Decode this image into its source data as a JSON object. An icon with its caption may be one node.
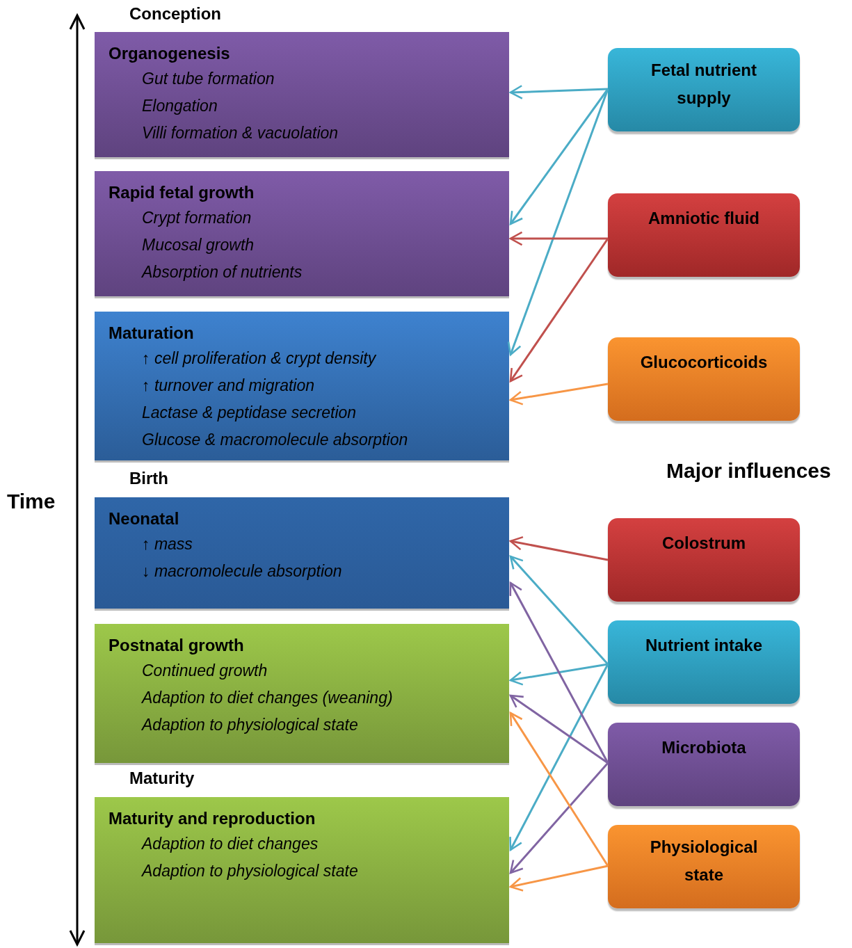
{
  "diagram": {
    "nodes": [
      {
        "text": [
          "Organogenesis",
          "Gut tube formation",
          "Elongation",
          "Villi formation & vacuolation"
        ]
      },
      {
        "text": [
          "Rapid fetal growth",
          "Crypt formation",
          "Mucosal growth",
          "Absorption of nutrients"
        ]
      },
      {
        "text": [
          "Maturation",
          "↑ cell proliferation & crypt density",
          "↑ turnover and migration",
          "Lactase & peptidase secretion",
          "Glucose & macromolecule absorption"
        ]
      },
      {
        "text": [
          "Neonatal",
          "↑ mass",
          "↓ macromolecule absorption"
        ]
      },
      {
        "text": [
          "Postnatal growth",
          "Continued growth",
          "Adaption to diet changes (weaning)",
          "Adaption to physiological state"
        ]
      },
      {
        "text": [
          "Maturity and reproduction",
          "Adaption to diet changes",
          "Adaption to physiological state"
        ]
      },
      {
        "text": [
          "Fetal nutrient supply"
        ]
      },
      {
        "text": [
          "Amniotic fluid"
        ]
      },
      {
        "text": [
          "Glucocorticoids"
        ]
      },
      {
        "text": [
          "Colostrum"
        ]
      },
      {
        "text": [
          "Nutrient intake"
        ]
      },
      {
        "text": [
          "Microbiota"
        ]
      },
      {
        "text": [
          "Physiological state"
        ]
      }
    ],
    "edges": [
      {
        "from": 6,
        "to": 0,
        "arrow": "to"
      },
      {
        "from": 6,
        "to": 1,
        "arrow": "to"
      },
      {
        "from": 6,
        "to": 2,
        "arrow": "to"
      },
      {
        "from": 7,
        "to": 1,
        "arrow": "to",
        "color": "#c0504d"
      },
      {
        "from": 7,
        "to": 2,
        "arrow": "to",
        "color": "#c0504d"
      },
      {
        "from": 8,
        "to": 2,
        "arrow": "to",
        "color": "#f79646"
      },
      {
        "from": 9,
        "to": 3,
        "arrow": "to",
        "color": "#c0504d"
      },
      {
        "from": 10,
        "to": 3,
        "arrow": "to"
      },
      {
        "from": 10,
        "to": 4,
        "arrow": "to"
      },
      {
        "from": 10,
        "to": 5,
        "arrow": "to"
      },
      {
        "from": 11,
        "to": 3,
        "arrow": "to",
        "color": "#8064a2"
      },
      {
        "from": 11,
        "to": 4,
        "arrow": "to",
        "color": "#8064a2"
      },
      {
        "from": 11,
        "to": 5,
        "arrow": "to",
        "color": "#8064a2"
      },
      {
        "from": 12,
        "to": 4,
        "arrow": "to",
        "color": "#f79646"
      },
      {
        "from": 12,
        "to": 5,
        "arrow": "to",
        "color": "#f79646"
      }
    ],
    "labels": [
      "Conception",
      "Time",
      "Major influences",
      "Birth",
      "Maturity"
    ]
  }
}
